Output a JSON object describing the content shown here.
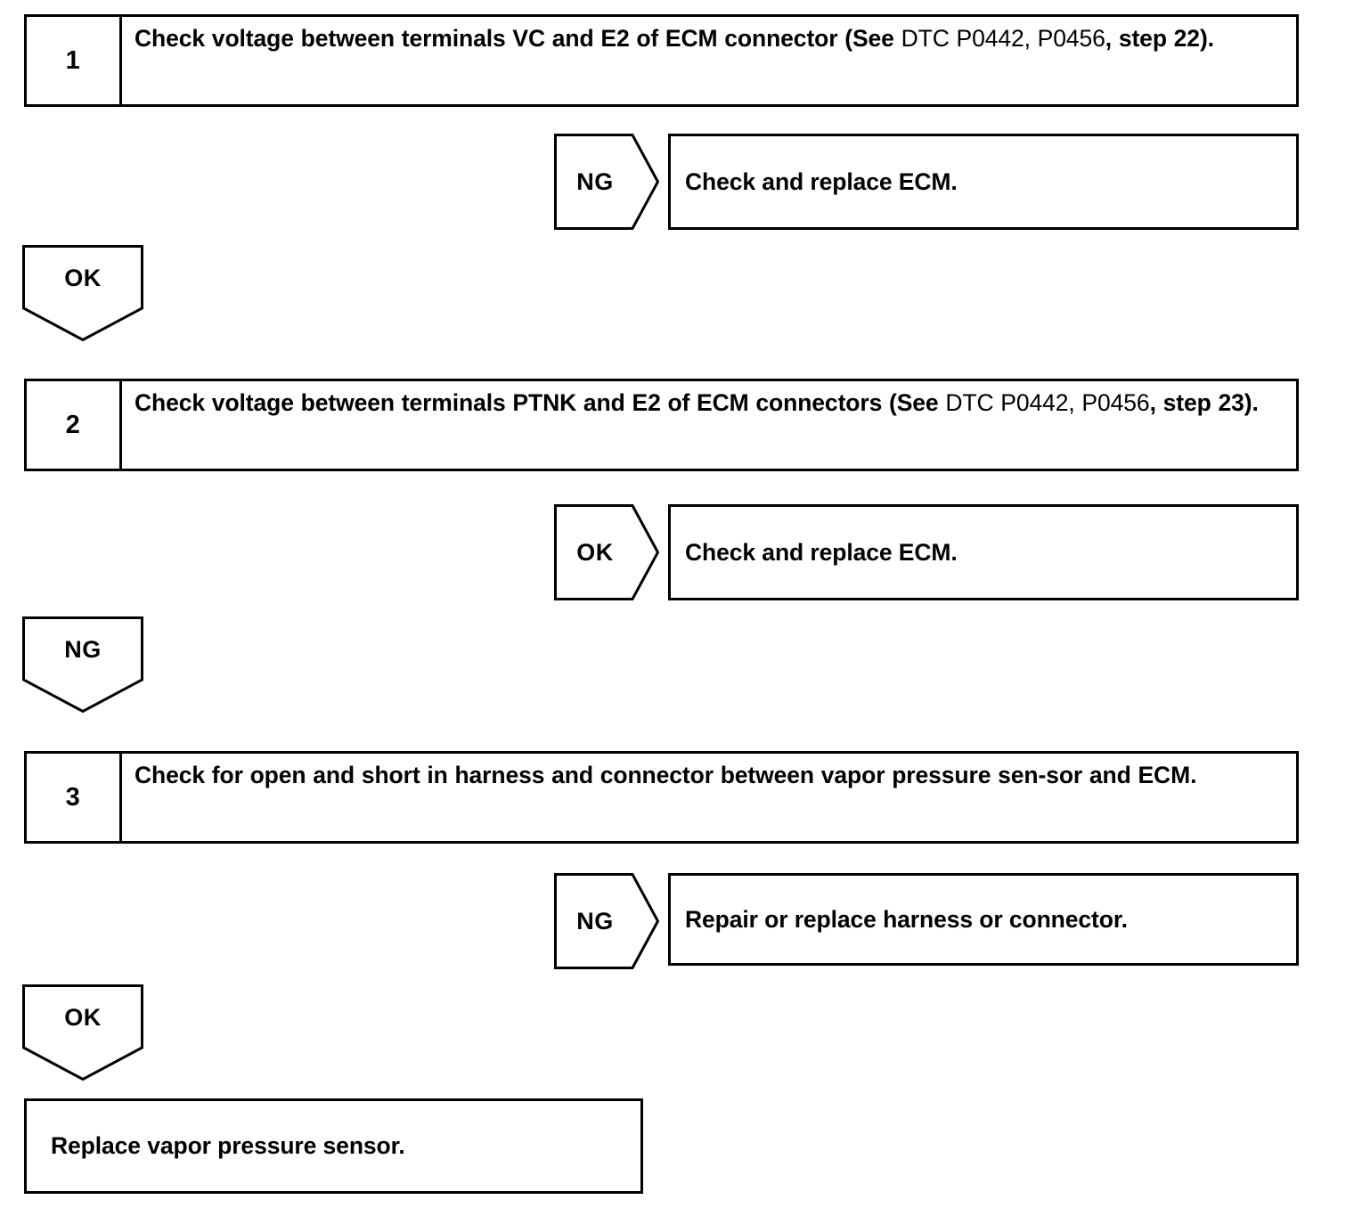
{
  "document": {
    "type": "troubleshooting-flowchart",
    "title": "Vapor pressure sensor circuit inspection procedure"
  },
  "steps": [
    {
      "number": "1",
      "text_bold_1": "Check voltage between terminals VC and E2 of ECM connector (See ",
      "text_regular_1": "DTC P0442, P0456",
      "text_bold_2": ", step 22).",
      "full_text": "Check voltage between terminals VC and E2 of ECM connector (See DTC P0442, P0456, step 22)."
    },
    {
      "number": "2",
      "text_bold_1": "Check voltage between terminals PTNK and E2 of ECM connectors  (See ",
      "text_regular_1": "DTC P0442, P0456",
      "text_bold_2": ", step 23).",
      "full_text": "Check voltage between terminals PTNK and E2 of ECM connectors  (See DTC P0442, P0456, step 23)."
    },
    {
      "number": "3",
      "text_bold_1": "Check for open and short in harness and connector between vapor pressure sen-sor and ECM.",
      "text_regular_1": "",
      "text_bold_2": "",
      "full_text": "Check for open and short in harness and connector between vapor pressure sensor and ECM."
    }
  ],
  "branches": [
    {
      "result": "NG",
      "action": "Check and replace ECM."
    },
    {
      "result": "OK",
      "action": "Check and replace ECM."
    },
    {
      "result": "NG",
      "action": "Repair or replace harness or connector."
    }
  ],
  "connectors": [
    {
      "result": "OK"
    },
    {
      "result": "NG"
    },
    {
      "result": "OK"
    }
  ],
  "terminal": {
    "text": "Replace vapor pressure sensor."
  },
  "colors": {
    "line": "#000000",
    "background": "#ffffff",
    "text": "#000000"
  }
}
